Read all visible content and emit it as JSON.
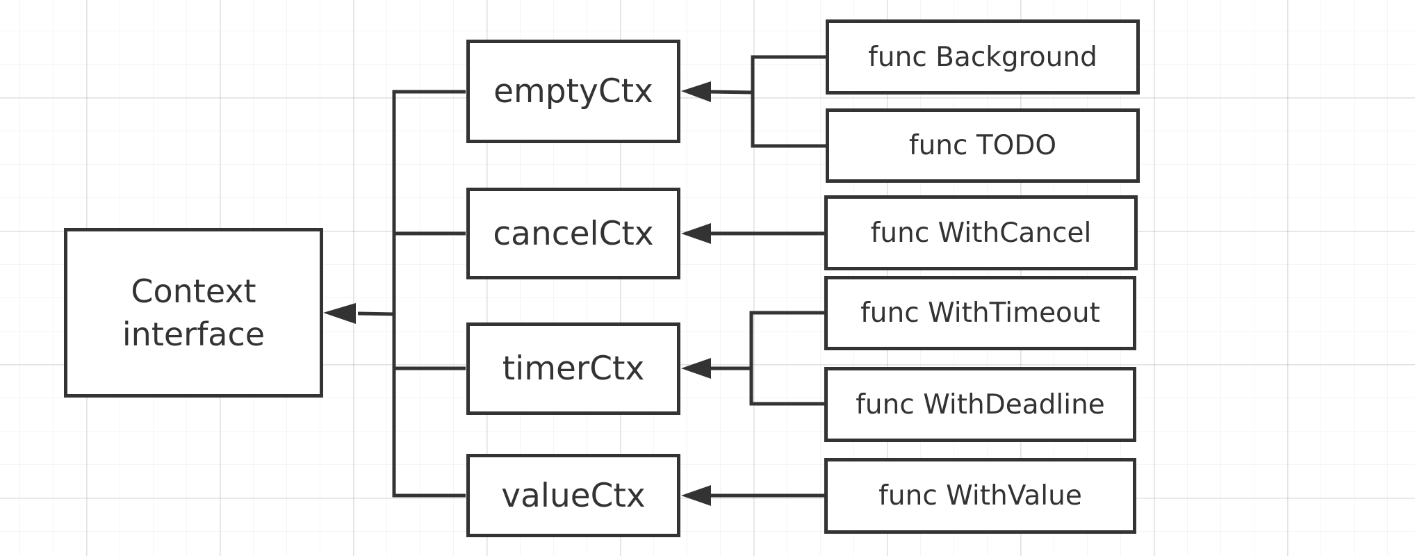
{
  "colors": {
    "stroke": "#333333",
    "background": "#ffffff",
    "grid": "#e6e6e6"
  },
  "nodes": {
    "context_interface": {
      "line1": "Context",
      "line2": "interface"
    },
    "empty_ctx": "emptyCtx",
    "cancel_ctx": "cancelCtx",
    "timer_ctx": "timerCtx",
    "value_ctx": "valueCtx",
    "func_background": "func Background",
    "func_todo": "func TODO",
    "func_with_cancel": "func WithCancel",
    "func_with_timeout": "func WithTimeout",
    "func_with_deadline": "func WithDeadline",
    "func_with_value": "func WithValue"
  }
}
